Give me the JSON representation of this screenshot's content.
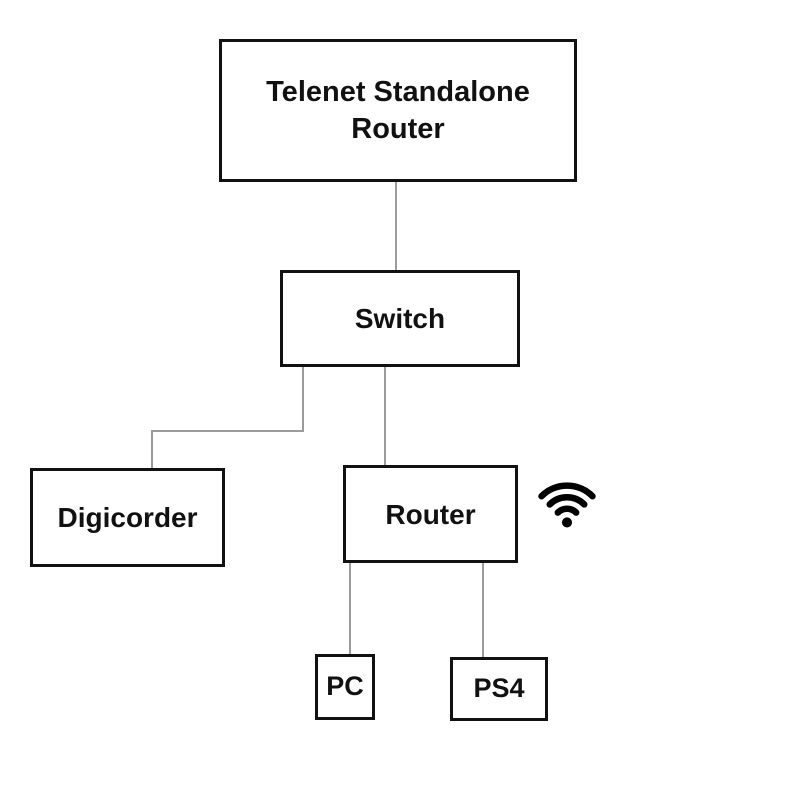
{
  "diagram": {
    "type": "network-topology",
    "nodes": {
      "telenet": {
        "label": "Telenet Standalone Router"
      },
      "switch": {
        "label": "Switch"
      },
      "digicorder": {
        "label": "Digicorder"
      },
      "router": {
        "label": "Router"
      },
      "pc": {
        "label": "PC"
      },
      "ps4": {
        "label": "PS4"
      }
    },
    "edges": [
      {
        "from": "telenet",
        "to": "switch"
      },
      {
        "from": "switch",
        "to": "digicorder"
      },
      {
        "from": "switch",
        "to": "router"
      },
      {
        "from": "router",
        "to": "pc"
      },
      {
        "from": "router",
        "to": "ps4"
      }
    ],
    "icons": [
      {
        "name": "wifi-icon",
        "attached_to": "router"
      }
    ],
    "colors": {
      "background": "#ffffff",
      "box_border": "#111111",
      "box_fill": "#ffffff",
      "connector": "#9b9b9b",
      "text": "#111111",
      "icon": "#000000"
    }
  }
}
